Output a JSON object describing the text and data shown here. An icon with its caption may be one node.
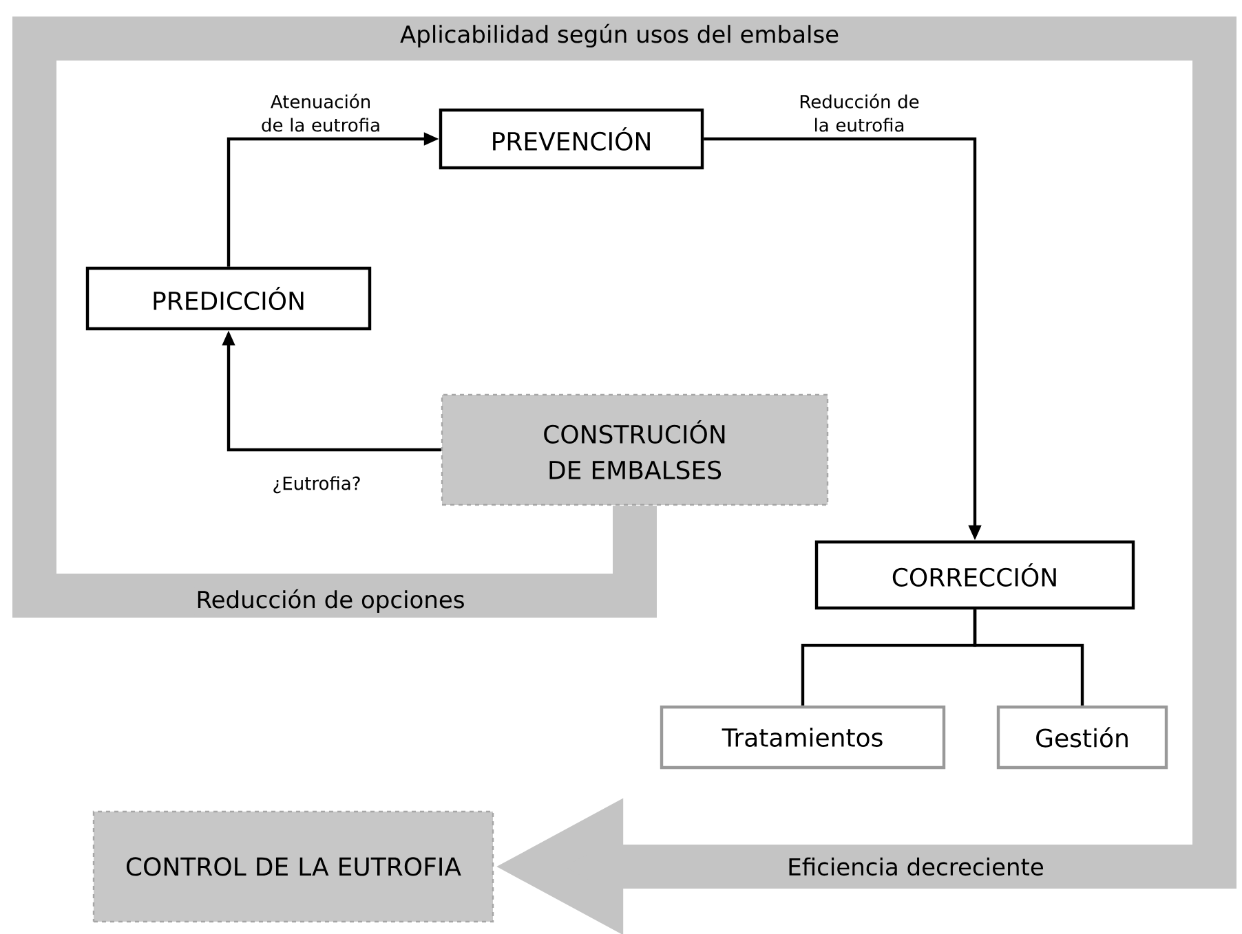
{
  "diagram": {
    "nodes": [
      {
        "text": [
          "PREDICCIÓN"
        ]
      },
      {
        "text": [
          "PREVENCIÓN"
        ]
      },
      {
        "text": [
          "CONSTRUCIÓN DE EMBALSES"
        ]
      },
      {
        "text": [
          "CORRECCIÓN"
        ]
      },
      {
        "text": [
          "Tratamientos"
        ]
      },
      {
        "text": [
          "Gestión"
        ]
      },
      {
        "text": [
          "CONTROL DE LA EUTROFIA"
        ]
      }
    ],
    "edges": [
      {
        "from": 0,
        "to": 1,
        "arrow": "to",
        "label": "Atenuación de la eutrofia"
      },
      {
        "from": 1,
        "to": 3,
        "arrow": "to",
        "label": "Reducción de la eutrofia"
      },
      {
        "from": 2,
        "to": 0,
        "arrow": "to",
        "label": "¿Eutrofia?"
      },
      {
        "from": 3,
        "to": 4,
        "arrow": "none"
      },
      {
        "from": 3,
        "to": 5,
        "arrow": "none"
      },
      {
        "from": 2,
        "to": 6,
        "arrow": "to",
        "style": "thick",
        "color": "#c4c4c4"
      }
    ],
    "labels": [
      "Aplicabilidad según usos del embalse",
      "Reducción de opciones",
      "Eficiencia decreciente"
    ]
  }
}
